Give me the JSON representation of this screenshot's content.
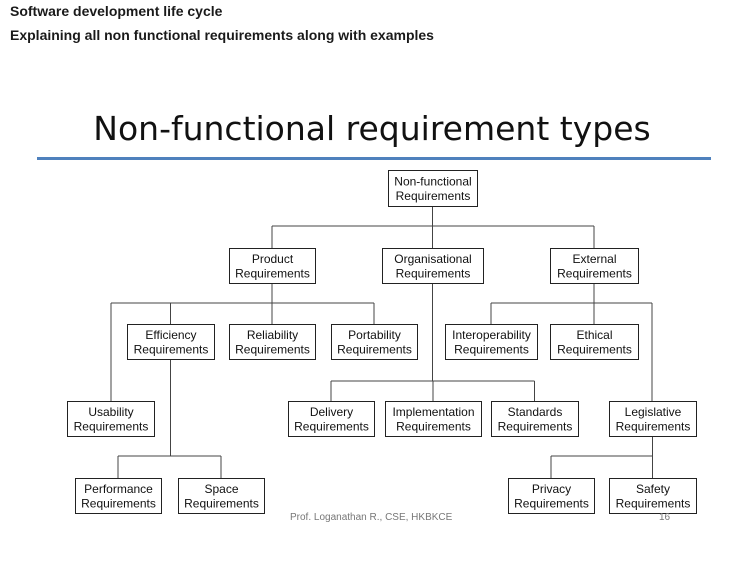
{
  "header": {
    "title": "Software development life cycle",
    "subtitle": "Explaining all non functional requirements along with examples"
  },
  "slide": {
    "title": "Non-functional requirement types",
    "footer": "Prof. Loganathan R., CSE, HKBKCE",
    "page_number": "16"
  },
  "diagram": {
    "nodes": [
      {
        "id": "nonfunctional",
        "lines": [
          "Non-functional",
          "Requirements"
        ]
      },
      {
        "id": "product",
        "lines": [
          "Product",
          "Requirements"
        ]
      },
      {
        "id": "organisational",
        "lines": [
          "Organisational",
          "Requirements"
        ]
      },
      {
        "id": "external",
        "lines": [
          "External",
          "Requirements"
        ]
      },
      {
        "id": "efficiency",
        "lines": [
          "Efficiency",
          "Requirements"
        ]
      },
      {
        "id": "reliability",
        "lines": [
          "Reliability",
          "Requirements"
        ]
      },
      {
        "id": "portability",
        "lines": [
          "Portability",
          "Requirements"
        ]
      },
      {
        "id": "interoperability",
        "lines": [
          "Interoperability",
          "Requirements"
        ]
      },
      {
        "id": "ethical",
        "lines": [
          "Ethical",
          "Requirements"
        ]
      },
      {
        "id": "usability",
        "lines": [
          "Usability",
          "Requirements"
        ]
      },
      {
        "id": "delivery",
        "lines": [
          "Delivery",
          "Requirements"
        ]
      },
      {
        "id": "implementation",
        "lines": [
          "Implementation",
          "Requirements"
        ]
      },
      {
        "id": "standards",
        "lines": [
          "Standards",
          "Requirements"
        ]
      },
      {
        "id": "legislative",
        "lines": [
          "Legislative",
          "Requirements"
        ]
      },
      {
        "id": "performance",
        "lines": [
          "Performance",
          "Requirements"
        ]
      },
      {
        "id": "space",
        "lines": [
          "Space",
          "Requirements"
        ]
      },
      {
        "id": "privacy",
        "lines": [
          "Privacy",
          "Requirements"
        ]
      },
      {
        "id": "safety",
        "lines": [
          "Safety",
          "Requirements"
        ]
      }
    ],
    "edges": [
      [
        "nonfunctional",
        "product"
      ],
      [
        "nonfunctional",
        "organisational"
      ],
      [
        "nonfunctional",
        "external"
      ],
      [
        "product",
        "usability"
      ],
      [
        "product",
        "efficiency"
      ],
      [
        "product",
        "reliability"
      ],
      [
        "product",
        "portability"
      ],
      [
        "efficiency",
        "performance"
      ],
      [
        "efficiency",
        "space"
      ],
      [
        "organisational",
        "delivery"
      ],
      [
        "organisational",
        "implementation"
      ],
      [
        "organisational",
        "standards"
      ],
      [
        "external",
        "interoperability"
      ],
      [
        "external",
        "ethical"
      ],
      [
        "external",
        "legislative"
      ],
      [
        "legislative",
        "privacy"
      ],
      [
        "legislative",
        "safety"
      ]
    ],
    "colors": {
      "accent_rule": "#4f81bd"
    }
  }
}
